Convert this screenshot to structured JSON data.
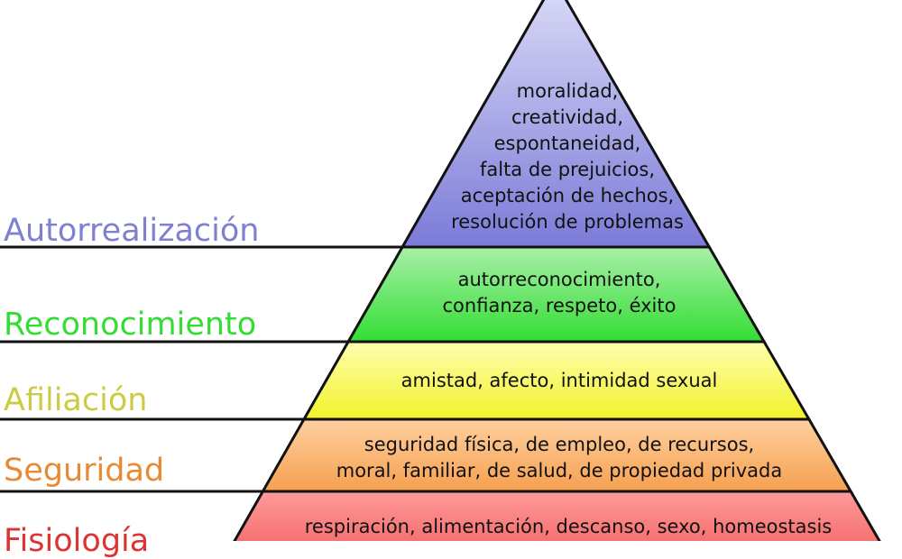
{
  "levels": [
    {
      "title": "Autorrealización",
      "title_color": "#8080d0",
      "fill_top": "#dcdcf8",
      "fill_bottom": "#7b7bd8",
      "lines": [
        "moralidad,",
        "creatividad,",
        "espontaneidad,",
        "falta de prejuicios,",
        "aceptación de hechos,",
        "resolución de problemas"
      ]
    },
    {
      "title": "Reconocimiento",
      "title_color": "#33dd33",
      "fill_top": "#a8f0a8",
      "fill_bottom": "#33dd33",
      "lines": [
        "autorreconocimiento,",
        "confianza, respeto, éxito"
      ]
    },
    {
      "title": "Afiliación",
      "title_color": "#cccc44",
      "fill_top": "#ffffb0",
      "fill_bottom": "#f2f22a",
      "lines": [
        "amistad, afecto, intimidad sexual"
      ]
    },
    {
      "title": "Seguridad",
      "title_color": "#e88a33",
      "fill_top": "#ffd0a0",
      "fill_bottom": "#f5a050",
      "lines": [
        "seguridad física, de empleo, de recursos,",
        "moral, familiar, de salud, de propiedad privada"
      ]
    },
    {
      "title": "Fisiología",
      "title_color": "#dd3333",
      "fill_top": "#ff9a9a",
      "fill_bottom": "#ee5555",
      "lines": [
        "respiración, alimentación, descanso, sexo, homeostasis"
      ]
    }
  ]
}
